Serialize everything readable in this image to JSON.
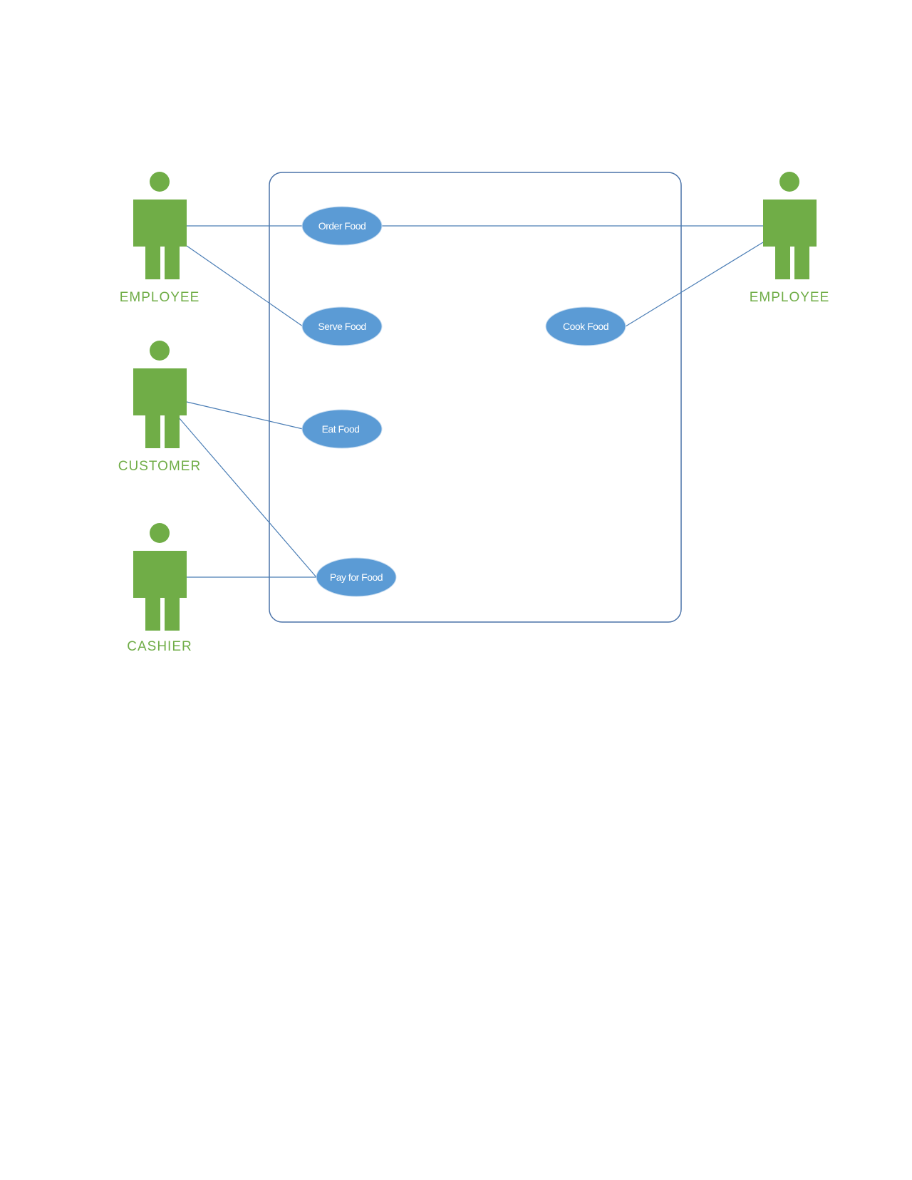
{
  "diagram": {
    "actors": [
      {
        "id": "employee-left",
        "label": "EMPLOYEE"
      },
      {
        "id": "customer",
        "label": "CUSTOMER"
      },
      {
        "id": "cashier",
        "label": "CASHIER"
      },
      {
        "id": "employee-right",
        "label": "EMPLOYEE"
      }
    ],
    "use_cases": [
      {
        "id": "order",
        "label": "Order Food"
      },
      {
        "id": "serve",
        "label": "Serve Food"
      },
      {
        "id": "eat",
        "label": "Eat Food"
      },
      {
        "id": "pay",
        "label": "Pay for Food"
      },
      {
        "id": "cook",
        "label": "Cook Food"
      }
    ],
    "associations": [
      [
        "employee-left",
        "order"
      ],
      [
        "employee-right",
        "order"
      ],
      [
        "employee-left",
        "serve"
      ],
      [
        "customer",
        "eat"
      ],
      [
        "customer",
        "pay"
      ],
      [
        "cashier",
        "pay"
      ],
      [
        "employee-right",
        "cook"
      ]
    ],
    "colors": {
      "actor": "#70AD47",
      "use_case": "#5B9BD5",
      "line": "#4A7DB5",
      "boundary": "#4A72A8"
    }
  }
}
